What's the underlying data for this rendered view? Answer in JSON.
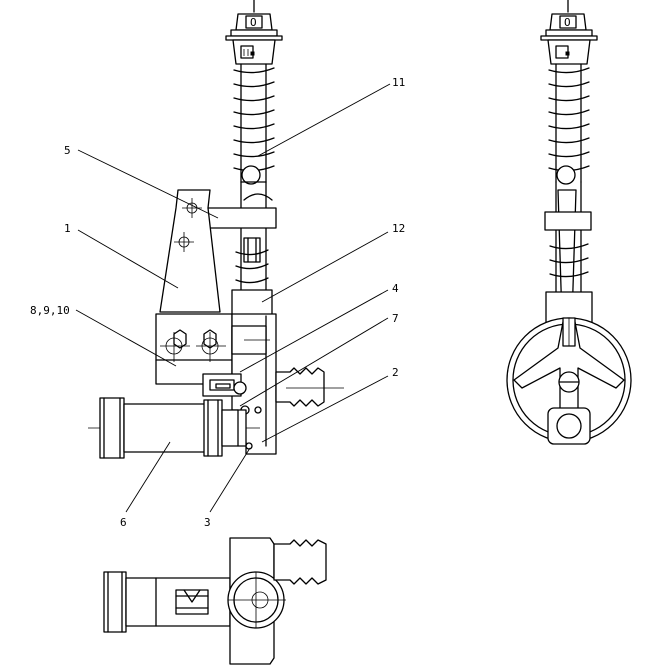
{
  "callouts": [
    {
      "id": "c1",
      "text": "1"
    },
    {
      "id": "c2",
      "text": "2"
    },
    {
      "id": "c3",
      "text": "3"
    },
    {
      "id": "c4",
      "text": "4"
    },
    {
      "id": "c5",
      "text": "5"
    },
    {
      "id": "c6",
      "text": "6"
    },
    {
      "id": "c7",
      "text": "7"
    },
    {
      "id": "c8",
      "text": "8,9,10"
    },
    {
      "id": "c11",
      "text": "11"
    },
    {
      "id": "c12",
      "text": "12"
    }
  ],
  "knob_marks": {
    "front": "O",
    "side": "O"
  }
}
